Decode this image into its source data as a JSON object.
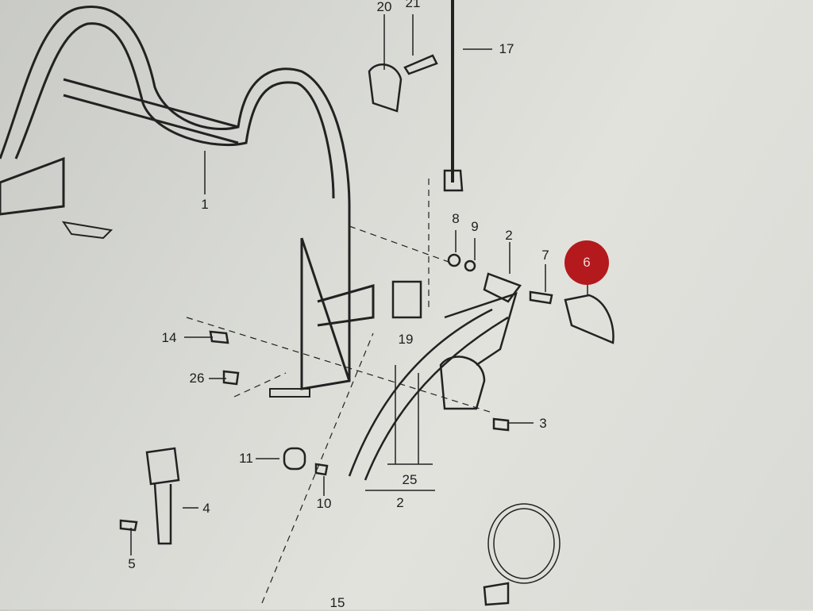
{
  "diagram": {
    "callouts": [
      "20",
      "21",
      "17",
      "1",
      "8",
      "9",
      "2",
      "7",
      "14",
      "19",
      "26",
      "3",
      "11",
      "10",
      "25",
      "2",
      "4",
      "5",
      "15"
    ],
    "highlighted_callout": "6",
    "highlight_color": "#b3191d"
  }
}
